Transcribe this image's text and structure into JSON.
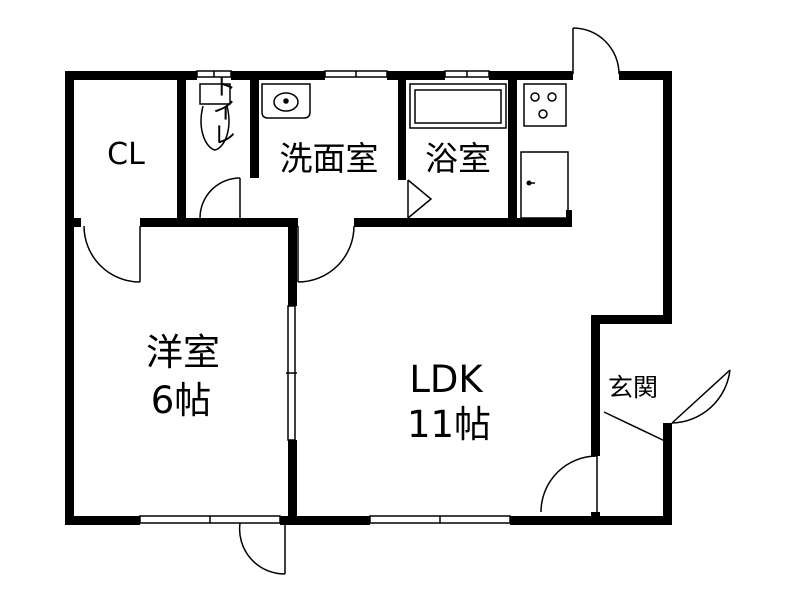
{
  "floorplan": {
    "rooms": {
      "closet": "CL",
      "toilet": "トイレ",
      "washroom": "洗面室",
      "bathroom": "浴室",
      "western_room_name": "洋室",
      "western_room_size": "6帖",
      "ldk_name": "LDK",
      "ldk_size": "11帖",
      "entrance": "玄関"
    }
  }
}
